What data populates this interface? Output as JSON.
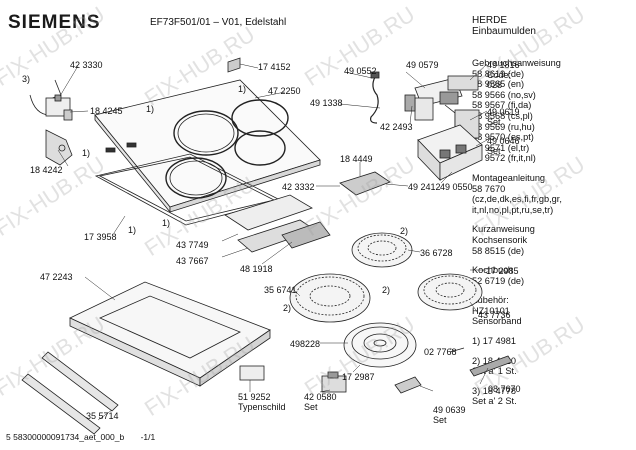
{
  "header": {
    "brand": "SIEMENS",
    "model": "EF73F501/01 – V01, Edelstahl",
    "category_line1": "HERDE",
    "category_line2": "Einbaumulden"
  },
  "sidebar": {
    "lines": [
      "Gebrauchsanweisung",
      "58 8619 (de)",
      "58 9565 (en)",
      "58 9566 (no,sv)",
      "58 9567 (fi,da)",
      "58 9568 (cs,pl)",
      "58 9569 (ru,hu)",
      "58 9570 (es,pt)",
      "58 9571 (el,tr)",
      "58 9572 (fr,it,nl)",
      "",
      "Montageanleitung",
      "58 7670",
      "(cz,de,dk,es,fi,fr,gb,gr,",
      "it,nl,no,pl,pt,ru,se,tr)",
      "",
      "Kurzanweisung",
      "Kochsensorik",
      "58 8515 (de)",
      "",
      "Kochbuch",
      "52 6719 (de)",
      "",
      "Zubehör:",
      "HZ10101",
      "Sensorband",
      "",
      "1)  17 4981",
      "",
      "2)  18 4210",
      "    Set a' 1 St.",
      "",
      "3)  18 4778",
      "    Set a' 2 St."
    ]
  },
  "parts": {
    "p423330": "42 3330",
    "p174152": "17 4152",
    "p472250": "47 2250",
    "p490552": "49 0552",
    "p490579": "49 0579",
    "p491816": "49 1816",
    "p491816_code": "Code:",
    "p491816_code_val": "028",
    "p184245": "18 4245",
    "p184242": "18 4242",
    "p491338": "49 1338",
    "p422493": "42 2493",
    "p490619": "49 0619",
    "p490619_set": "Set",
    "p490646": "49 0646",
    "p490646_set": "Set",
    "p184449": "18 4449",
    "p423332": "42 3332",
    "p492412": "49 2412",
    "p490550": "49 0550",
    "p173958": "17 3958",
    "p437749": "43 7749",
    "p437667": "43 7667",
    "p481918": "48 1918",
    "p366728": "36 6728",
    "p172985": "17 2985",
    "p472243": "47 2243",
    "p356741": "35 6741",
    "p437736": "43 7736",
    "p498228": "498228",
    "p027768": "02 7768",
    "p172987": "17 2987",
    "p087670": "08 7670",
    "p519252": "51 9252",
    "p519252_sub": "Typenschild",
    "p420580": "42 0580",
    "p420580_set": "Set",
    "p490639": "49 0639",
    "p490639_set": "Set",
    "p355714": "35 5714",
    "c1a": "1)",
    "c1b": "1)",
    "c1c": "1)",
    "c1d": "1)",
    "c1e": "1)",
    "c2a": "2)",
    "c2b": "2)",
    "c2c": "2)",
    "c3a": "3)"
  },
  "footer": {
    "code": "5 58300000091734_aet_000_b",
    "page": "-1/1"
  },
  "watermark": "FIX-HUB.RU"
}
